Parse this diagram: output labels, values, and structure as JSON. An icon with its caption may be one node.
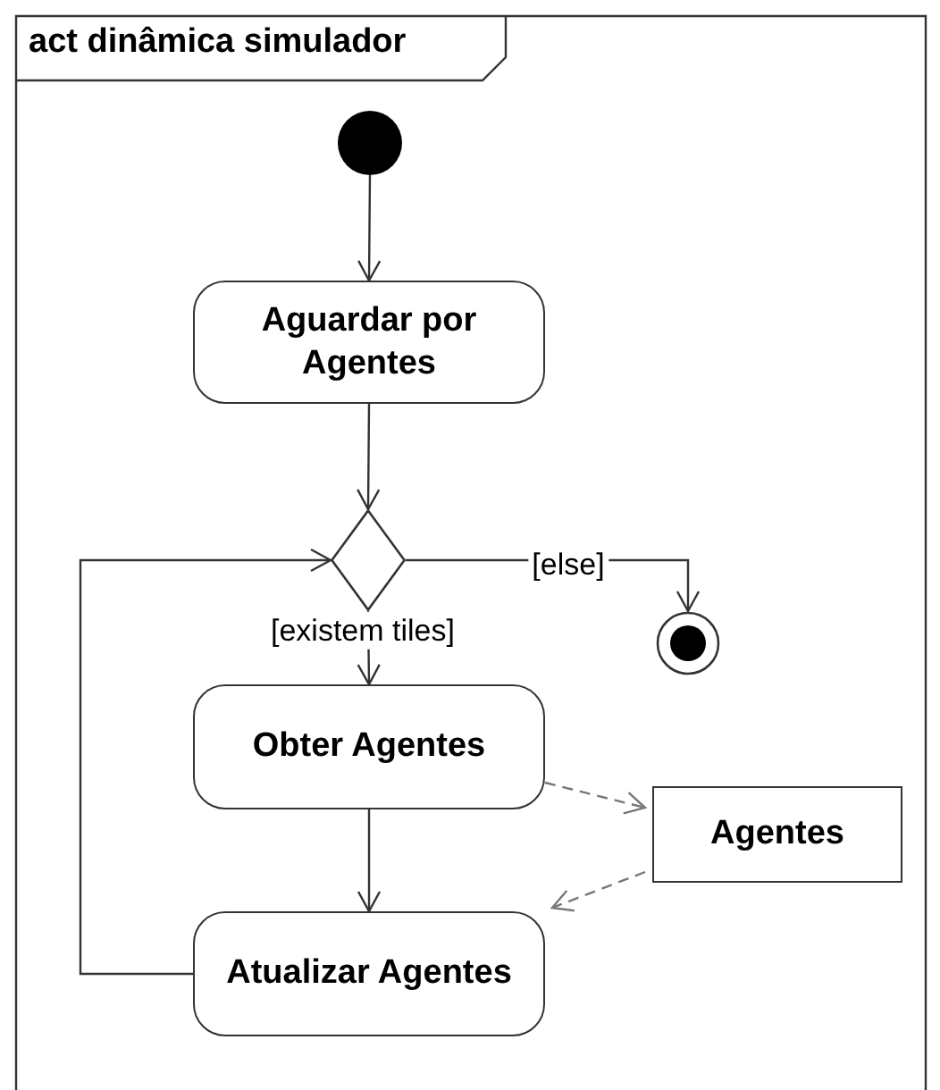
{
  "diagram": {
    "title": "act dinâmica simulador",
    "nodes": [
      {
        "text": [],
        "shape": "circle"
      },
      {
        "text": [
          "Aguardar por Agentes"
        ]
      },
      {
        "text": [],
        "shape": "diamond"
      },
      {
        "text": [],
        "shape": "circle"
      },
      {
        "text": [
          "Obter Agentes"
        ]
      },
      {
        "text": [
          "Agentes"
        ]
      },
      {
        "text": [
          "Atualizar Agentes"
        ]
      }
    ],
    "edges": [
      {
        "from": 0,
        "to": 1,
        "arrow": "to"
      },
      {
        "from": 1,
        "to": 2,
        "arrow": "to"
      },
      {
        "from": 2,
        "to": 3,
        "arrow": "to",
        "label": "[else]"
      },
      {
        "from": 2,
        "to": 4,
        "arrow": "to",
        "label": "[existem tiles]"
      },
      {
        "from": 4,
        "to": 5,
        "arrow": "to",
        "style": "dashed"
      },
      {
        "from": 5,
        "to": 6,
        "arrow": "to",
        "style": "dashed"
      },
      {
        "from": 4,
        "to": 6,
        "arrow": "to"
      },
      {
        "from": 6,
        "to": 2,
        "arrow": "to"
      }
    ]
  }
}
